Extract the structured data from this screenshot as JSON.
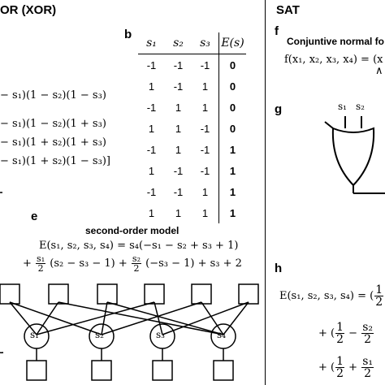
{
  "headers": {
    "left_title": "OR (XOR)",
    "right_title": "SAT"
  },
  "panel_letters": {
    "b": "b",
    "e": "e",
    "f": "f",
    "g": "g",
    "h": "h"
  },
  "panel_a": {
    "lines": [
      "− s₁)(1 − s₂)(1 − s₃)",
      "− s₁)(1 − s₂)(1 + s₃)",
      "− s₁)(1 + s₂)(1 + s₃)",
      "− s₁)(1 + s₂)(1 − s₃)]"
    ]
  },
  "truth_table": {
    "headers": [
      "s₁",
      "s₂",
      "s₃",
      "E(s)"
    ],
    "rows": [
      [
        "-1",
        "-1",
        "-1",
        "0"
      ],
      [
        "1",
        "-1",
        "1",
        "0"
      ],
      [
        "-1",
        "1",
        "1",
        "0"
      ],
      [
        "1",
        "1",
        "-1",
        "0"
      ],
      [
        "-1",
        "1",
        "-1",
        "1"
      ],
      [
        "1",
        "-1",
        "-1",
        "1"
      ],
      [
        "-1",
        "-1",
        "1",
        "1"
      ],
      [
        "1",
        "1",
        "1",
        "1"
      ]
    ]
  },
  "panel_e": {
    "title": "second-order model",
    "line1": "E(s₁, s₂, s₃, s₄) = s₄(−s₁ − s₂ + s₃ + 1)",
    "line2_plus": "+",
    "line2_frac1_num": "s₁",
    "line2_frac1_den": "2",
    "line2_mid": "(s₂ − s₃ − 1) +",
    "line2_frac2_num": "s₂",
    "line2_frac2_den": "2",
    "line2_end": "(−s₃ − 1) + s₃ + 2",
    "node_labels": [
      "s₁",
      "s₂",
      "s₃",
      "s₄"
    ]
  },
  "panel_f": {
    "title": "Conjuntive normal fo",
    "formula": "f(x₁, x₂, x₃, x₄) = (x",
    "continuation": "∧"
  },
  "panel_g": {
    "input_labels": [
      "s₁",
      "s₂"
    ]
  },
  "panel_h": {
    "line1_lhs": "E(s₁, s₂, s₃, s₄) = (",
    "frac1_num": "1",
    "frac1_den": "2",
    "line2_plus": "+ (",
    "line2_frac_a_num": "1",
    "line2_frac_a_den": "2",
    "line2_minus": "−",
    "line2_frac_b_num": "s₂",
    "line2_frac_b_den": "2",
    "line3_plus": "+ (",
    "line3_frac_a_num": "1",
    "line3_frac_a_den": "2",
    "line3_op": "+",
    "line3_frac_b_num": "s₁",
    "line3_frac_b_den": "2"
  }
}
